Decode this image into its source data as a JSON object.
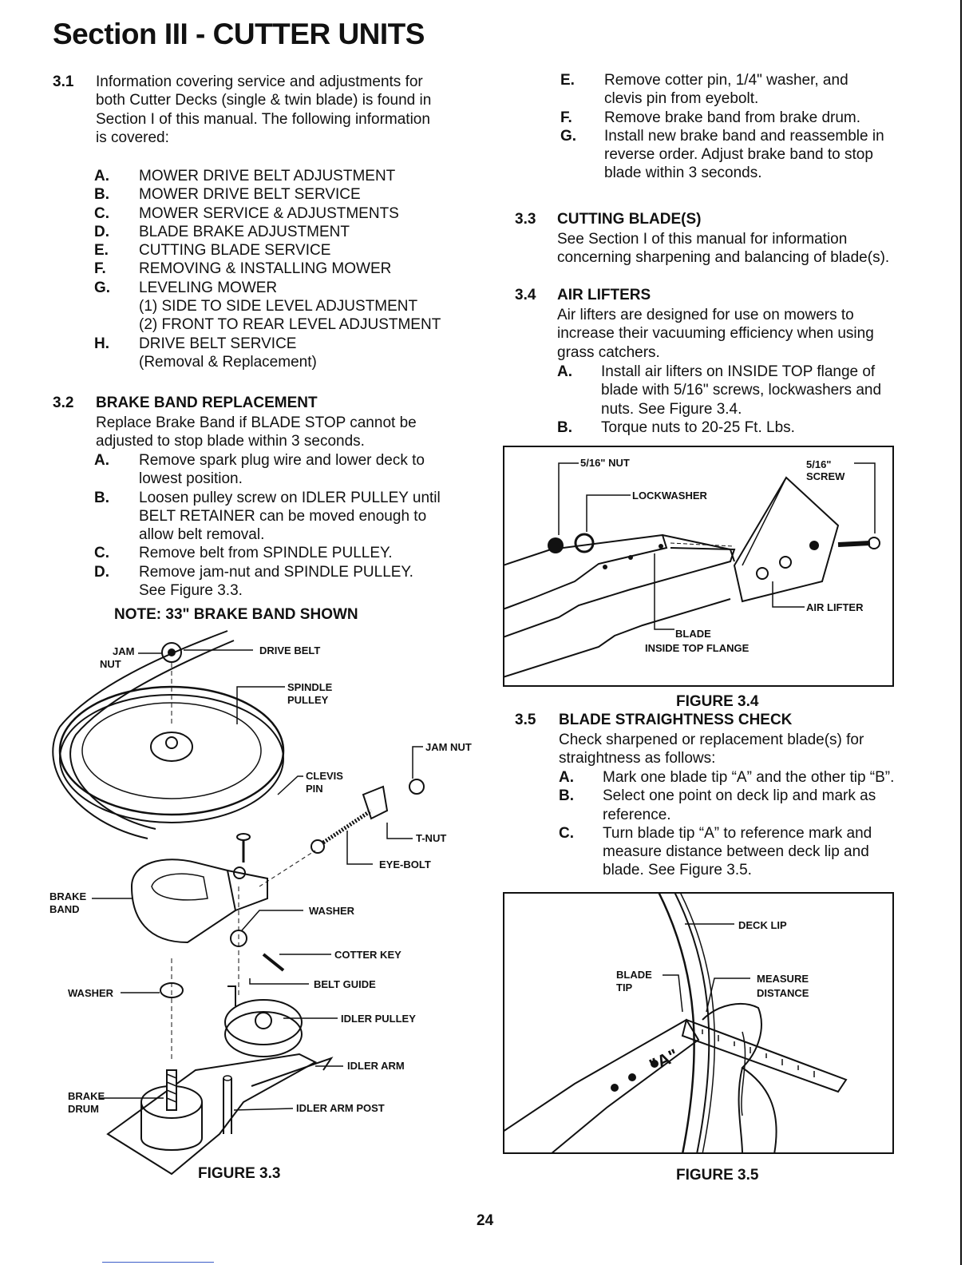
{
  "title": "Section III - CUTTER UNITS",
  "s31": {
    "num": "3.1",
    "lines": [
      "Information covering service and adjustments for",
      "both Cutter Decks (single & twin blade) is found in",
      "Section I of this manual.  The following information",
      "is covered:"
    ],
    "items": [
      {
        "l": "A.",
        "t": "MOWER DRIVE BELT ADJUSTMENT"
      },
      {
        "l": "B.",
        "t": "MOWER DRIVE BELT SERVICE"
      },
      {
        "l": "C.",
        "t": "MOWER SERVICE & ADJUSTMENTS"
      },
      {
        "l": "D.",
        "t": "BLADE BRAKE ADJUSTMENT"
      },
      {
        "l": "E.",
        "t": "CUTTING BLADE SERVICE"
      },
      {
        "l": "F.",
        "t": "REMOVING & INSTALLING MOWER"
      },
      {
        "l": "G.",
        "t": "LEVELING MOWER"
      },
      {
        "l": "",
        "t": "(1)  SIDE TO SIDE LEVEL ADJUSTMENT"
      },
      {
        "l": "",
        "t": "(2)  FRONT TO REAR LEVEL ADJUSTMENT"
      },
      {
        "l": "H.",
        "t": "DRIVE BELT SERVICE"
      },
      {
        "l": "",
        "t": "(Removal & Replacement)"
      }
    ]
  },
  "s32": {
    "num": "3.2",
    "head": "BRAKE BAND REPLACEMENT",
    "lines": [
      "Replace Brake Band if BLADE STOP cannot be",
      "adjusted to stop blade within 3 seconds."
    ],
    "steps": [
      {
        "l": "A.",
        "lines": [
          "Remove spark plug wire and lower deck to",
          "lowest position."
        ]
      },
      {
        "l": "B.",
        "lines": [
          "Loosen pulley screw on IDLER PULLEY until",
          "BELT RETAINER can be moved enough to",
          "allow belt removal."
        ]
      },
      {
        "l": "C.",
        "lines": [
          "Remove belt from SPINDLE PULLEY."
        ]
      },
      {
        "l": "D.",
        "lines": [
          "Remove jam-nut and SPINDLE PULLEY.",
          "See Figure 3.3."
        ]
      }
    ],
    "note": "NOTE: 33\" BRAKE BAND SHOWN"
  },
  "s32b": {
    "steps": [
      {
        "l": "E.",
        "lines": [
          "Remove cotter pin, 1/4\" washer, and",
          "clevis pin from eyebolt."
        ]
      },
      {
        "l": "F.",
        "lines": [
          "Remove brake band from brake drum."
        ]
      },
      {
        "l": "G.",
        "lines": [
          "Install new brake band and reassemble in",
          "reverse order.  Adjust brake band to stop",
          "blade within 3 seconds."
        ]
      }
    ]
  },
  "s33": {
    "num": "3.3",
    "head": "CUTTING BLADE(S)",
    "lines": [
      "See Section I of this manual for information",
      "concerning sharpening and balancing of blade(s)."
    ]
  },
  "s34": {
    "num": "3.4",
    "head": "AIR LIFTERS",
    "lines": [
      "Air lifters are designed for use on mowers to",
      "increase their vacuuming efficiency when using",
      "grass catchers."
    ],
    "steps": [
      {
        "l": "A.",
        "lines": [
          "Install air lifters on INSIDE TOP flange of",
          "blade with 5/16\" screws, lockwashers and",
          "nuts.  See Figure 3.4."
        ]
      },
      {
        "l": "B.",
        "lines": [
          "Torque nuts to 20-25 Ft. Lbs."
        ]
      }
    ]
  },
  "s35": {
    "num": "3.5",
    "head": "BLADE STRAIGHTNESS CHECK",
    "lines": [
      "Check sharpened or replacement blade(s) for",
      "straightness as follows:"
    ],
    "steps": [
      {
        "l": "A.",
        "lines": [
          "Mark one blade tip “A” and the other tip “B”."
        ]
      },
      {
        "l": "B.",
        "lines": [
          "Select one point on deck lip and mark as",
          "reference."
        ]
      },
      {
        "l": "C.",
        "lines": [
          "Turn blade tip “A” to reference mark and",
          "measure distance between deck lip and",
          "blade.  See Figure 3.5."
        ]
      }
    ]
  },
  "fig33": {
    "caption": "FIGURE 3.3",
    "labels": {
      "jam_nut_l": "JAM",
      "jam_nut_l2": "NUT",
      "drive_belt": "DRIVE BELT",
      "spindle": "SPINDLE",
      "spindle2": "PULLEY",
      "jam_nut_r": "JAM NUT",
      "clevis": "CLEVIS",
      "clevis2": "PIN",
      "tnut": "T-NUT",
      "eyebolt": "EYE-BOLT",
      "brake_band": "BRAKE",
      "brake_band2": "BAND",
      "washer_r": "WASHER",
      "cotter": "COTTER KEY",
      "washer_l": "WASHER",
      "belt_guide": "BELT GUIDE",
      "idler_pulley": "IDLER PULLEY",
      "idler_arm": "IDLER ARM",
      "brake_drum": "BRAKE",
      "brake_drum2": "DRUM",
      "idler_post": "IDLER ARM POST"
    }
  },
  "fig34": {
    "caption": "FIGURE 3.4",
    "labels": {
      "nut": "5/16\" NUT",
      "screw": "5/16\"",
      "screw2": "SCREW",
      "lockwasher": "LOCKWASHER",
      "air_lifter": "AIR LIFTER",
      "blade": "BLADE",
      "blade2": "INSIDE TOP FLANGE"
    }
  },
  "fig35": {
    "caption": "FIGURE 3.5",
    "labels": {
      "deck_lip": "DECK LIP",
      "blade_tip": "BLADE",
      "blade_tip2": "TIP",
      "measure": "MEASURE",
      "measure2": "DISTANCE",
      "mark": "\"A\""
    }
  },
  "page_number": "24"
}
